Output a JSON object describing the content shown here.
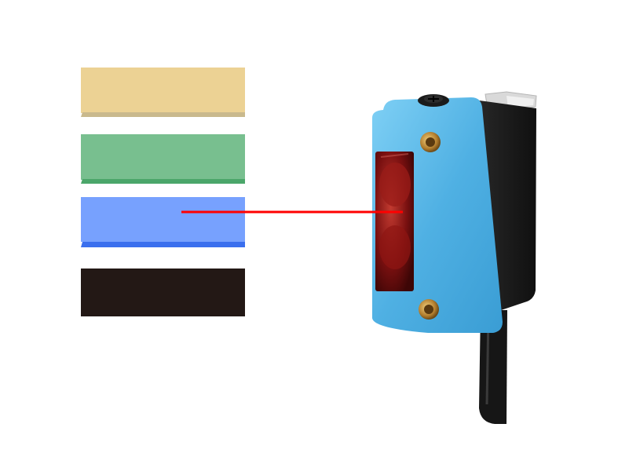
{
  "swatches": [
    {
      "name": "tan",
      "face": "#ecd294",
      "edge": "#c9b98d"
    },
    {
      "name": "green",
      "face": "#78bf8f",
      "edge": "#4ba66a"
    },
    {
      "name": "blue",
      "face": "#77a1fe",
      "edge": "#3a6fee"
    },
    {
      "name": "black",
      "face": "#231815",
      "edge": "#231815"
    }
  ],
  "beam": {
    "color": "#ff0000"
  },
  "sensor": {
    "body_color": "#5cb8e8",
    "housing_color": "#202020",
    "lens_color": "#8a1414",
    "cable_color": "#1a1a1a",
    "screw_color": "#c89a4a"
  }
}
